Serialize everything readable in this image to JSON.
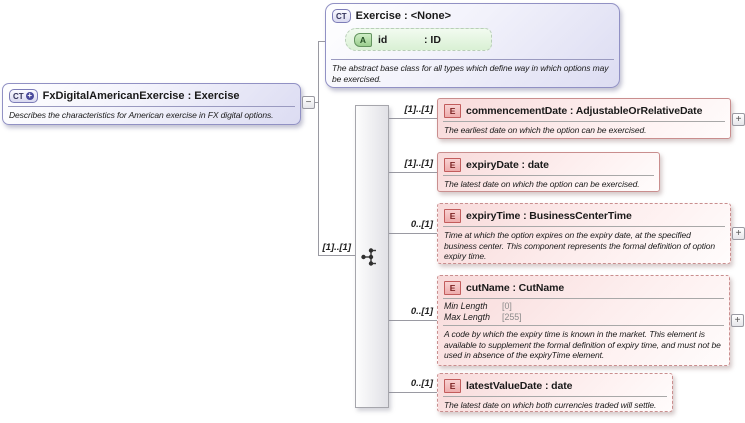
{
  "root_box": {
    "icon": "CT",
    "plus_badge": "+",
    "title": "FxDigitalAmericanExercise : Exercise",
    "description": "Describes the characteristics for American exercise in FX digital options."
  },
  "base_box": {
    "icon": "CT",
    "title": "Exercise : <None>",
    "attribute": {
      "icon": "A",
      "name": "id",
      "type": ": ID"
    },
    "description": "The abstract base class for all types which define way in which options may be exercised."
  },
  "connector": {
    "kind": "sequence",
    "multiplicity": "[1]..[1]"
  },
  "toggles": {
    "collapse": "−",
    "expand": "+"
  },
  "elements": [
    {
      "icon": "E",
      "title": "commencementDate : AdjustableOrRelativeDate",
      "multiplicity": "[1]..[1]",
      "description": "The earliest date on which the option can be exercised."
    },
    {
      "icon": "E",
      "title": "expiryDate : date",
      "multiplicity": "[1]..[1]",
      "description": "The latest date on which the option can be exercised."
    },
    {
      "icon": "E",
      "title": "expiryTime : BusinessCenterTime",
      "multiplicity": "0..[1]",
      "description": "Time at which the option expires on the expiry date, at the specified business center. This component represents the formal definition of option expiry time."
    },
    {
      "icon": "E",
      "title": "cutName : CutName",
      "multiplicity": "0..[1]",
      "facets": [
        {
          "label": "Min Length",
          "value": "[0]"
        },
        {
          "label": "Max Length",
          "value": "[255]"
        }
      ],
      "description": "A code by which the expiry time is known in the market. This element is available to supplement the formal definition of expiry time, and must not be used in absence of the expiryTime element."
    },
    {
      "icon": "E",
      "title": "latestValueDate : date",
      "multiplicity": "0..[1]",
      "description": "The latest date on which both currencies traded will settle."
    }
  ],
  "colors": {
    "complex_type_border": "#9191c4",
    "element_border": "#c98e8e",
    "attribute_green": "#9bce8e",
    "line_gray": "#9a9aa2"
  }
}
